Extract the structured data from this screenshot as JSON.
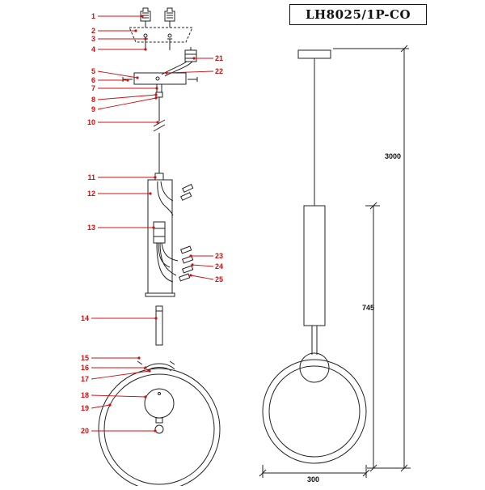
{
  "model": "LH8025/1P-CO",
  "callouts": [
    "1",
    "2",
    "3",
    "4",
    "5",
    "6",
    "7",
    "8",
    "9",
    "10",
    "11",
    "12",
    "13",
    "14",
    "15",
    "16",
    "17",
    "18",
    "19",
    "20",
    "21",
    "22",
    "23",
    "24",
    "25"
  ],
  "dimensions": {
    "total_height": "3000",
    "body_height": "745",
    "ring_width": "300"
  },
  "colors": {
    "callout": "#d01010",
    "leader": "#d01010",
    "line": "#222222"
  }
}
